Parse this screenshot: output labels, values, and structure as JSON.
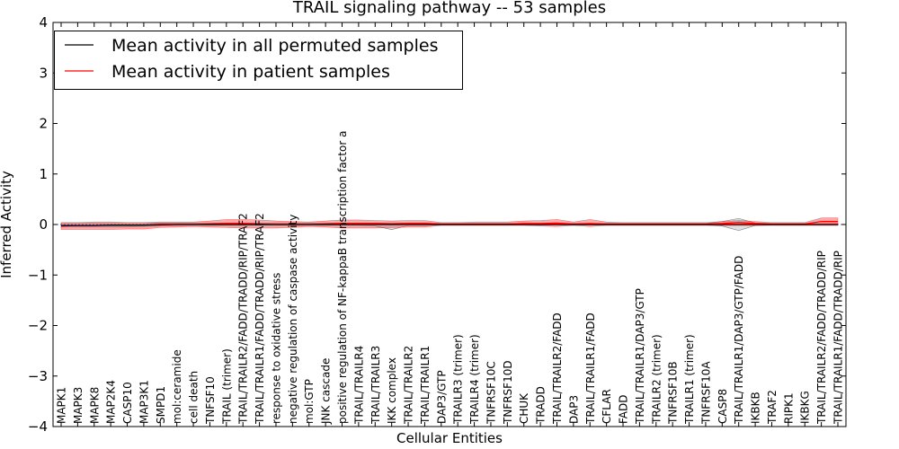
{
  "chart_data": {
    "type": "line",
    "title": "TRAIL signaling pathway -- 53 samples",
    "xlabel": "Cellular Entities",
    "ylabel": "Inferred Activity",
    "ylim": [
      -4,
      4
    ],
    "yticks": [
      "−4",
      "−3",
      "−2",
      "−1",
      "0",
      "1",
      "2",
      "3",
      "4"
    ],
    "grid": false,
    "legend_position": "top-left",
    "categories": [
      "MAPK1",
      "MAPK3",
      "MAPK8",
      "MAP2K4",
      "CASP10",
      "MAP3K1",
      "SMPD1",
      "mol:ceramide",
      "cell death",
      "TNFSF10",
      "TRAIL (trimer)",
      "TRAIL/TRAILR2/FADD/TRADD/RIP/TRAF2",
      "TRAIL/TRAILR1/FADD/TRADD/RIP/TRAF2",
      "response to oxidative stress",
      "negative regulation of caspase activity",
      "mol:GTP",
      "JNK cascade",
      "positive regulation of NF-kappaB transcription factor a",
      "TRAIL/TRAILR4",
      "TRAIL/TRAILR3",
      "IKK complex",
      "TRAIL/TRAILR2",
      "TRAIL/TRAILR1",
      "DAP3/GTP",
      "TRAILR3 (trimer)",
      "TRAILR4 (trimer)",
      "TNFRSF10C",
      "TNFRSF10D",
      "CHUK",
      "TRADD",
      "TRAIL/TRAILR2/FADD",
      "DAP3",
      "TRAIL/TRAILR1/FADD",
      "CFLAR",
      "FADD",
      "TRAIL/TRAILR1/DAP3/GTP",
      "TRAILR2 (trimer)",
      "TNFRSF10B",
      "TRAILR1 (trimer)",
      "TNFRSF10A",
      "CASP8",
      "TRAIL/TRAILR1/DAP3/GTP/FADD",
      "IKBKB",
      "TRAF2",
      "RIPK1",
      "IKBKG",
      "TRAIL/TRAILR2/FADD/TRADD/RIP",
      "TRAIL/TRAILR1/FADD/TRADD/RIP"
    ],
    "series": [
      {
        "name": "Mean activity in all permuted samples",
        "color": "#000000",
        "values": [
          -0.02,
          -0.02,
          -0.02,
          -0.01,
          -0.01,
          -0.01,
          0.0,
          0.0,
          0.0,
          0.0,
          0.0,
          0.0,
          0.0,
          0.0,
          0.0,
          0.0,
          0.0,
          0.0,
          0.0,
          0.0,
          0.0,
          0.0,
          0.0,
          0.0,
          0.0,
          0.0,
          0.0,
          0.0,
          0.0,
          0.0,
          0.0,
          0.0,
          0.0,
          0.0,
          0.0,
          0.0,
          0.0,
          0.0,
          0.0,
          0.0,
          0.0,
          0.0,
          0.0,
          0.0,
          0.0,
          0.0,
          0.0,
          0.0
        ],
        "band_lower": [
          -0.05,
          -0.05,
          -0.05,
          -0.05,
          -0.05,
          -0.04,
          -0.03,
          -0.02,
          -0.02,
          -0.02,
          -0.02,
          -0.02,
          -0.02,
          -0.02,
          -0.02,
          -0.02,
          -0.02,
          -0.02,
          -0.02,
          -0.03,
          -0.1,
          -0.02,
          -0.02,
          -0.01,
          -0.01,
          -0.01,
          -0.01,
          -0.01,
          -0.01,
          -0.01,
          -0.01,
          -0.01,
          -0.01,
          -0.01,
          -0.01,
          -0.01,
          -0.01,
          -0.01,
          -0.01,
          -0.01,
          -0.03,
          -0.12,
          -0.02,
          -0.01,
          -0.01,
          -0.01,
          -0.01,
          -0.01
        ],
        "band_upper": [
          0.02,
          0.02,
          0.02,
          0.02,
          0.02,
          0.02,
          0.03,
          0.03,
          0.03,
          0.03,
          0.03,
          0.03,
          0.03,
          0.03,
          0.03,
          0.03,
          0.03,
          0.03,
          0.03,
          0.03,
          0.03,
          0.03,
          0.03,
          0.02,
          0.02,
          0.02,
          0.02,
          0.02,
          0.02,
          0.02,
          0.02,
          0.02,
          0.02,
          0.02,
          0.02,
          0.02,
          0.02,
          0.02,
          0.02,
          0.02,
          0.06,
          0.12,
          0.03,
          0.02,
          0.02,
          0.02,
          0.02,
          0.02
        ]
      },
      {
        "name": "Mean activity in patient samples",
        "color": "#ff0000",
        "values": [
          -0.03,
          -0.02,
          -0.02,
          -0.02,
          -0.02,
          -0.02,
          -0.01,
          0.0,
          0.0,
          0.01,
          0.02,
          0.02,
          0.01,
          0.0,
          0.0,
          0.0,
          0.01,
          0.02,
          0.02,
          0.02,
          0.01,
          0.02,
          0.02,
          0.01,
          0.01,
          0.01,
          0.01,
          0.01,
          0.02,
          0.02,
          0.03,
          0.01,
          0.02,
          0.01,
          0.01,
          0.01,
          0.01,
          0.01,
          0.01,
          0.01,
          0.02,
          0.04,
          0.02,
          0.01,
          0.01,
          0.01,
          0.06,
          0.06
        ],
        "band_lower": [
          -0.1,
          -0.1,
          -0.1,
          -0.1,
          -0.09,
          -0.09,
          -0.06,
          -0.05,
          -0.04,
          -0.05,
          -0.06,
          -0.07,
          -0.07,
          -0.07,
          -0.06,
          -0.04,
          -0.05,
          -0.07,
          -0.07,
          -0.07,
          -0.06,
          -0.05,
          -0.05,
          -0.02,
          -0.02,
          -0.02,
          -0.02,
          -0.02,
          -0.02,
          -0.03,
          -0.04,
          -0.02,
          -0.04,
          -0.02,
          -0.02,
          -0.02,
          -0.02,
          -0.02,
          -0.02,
          -0.02,
          -0.02,
          -0.02,
          -0.02,
          -0.02,
          -0.02,
          -0.02,
          -0.02,
          -0.02
        ],
        "band_upper": [
          0.04,
          0.04,
          0.05,
          0.05,
          0.04,
          0.04,
          0.05,
          0.05,
          0.05,
          0.07,
          0.1,
          0.1,
          0.09,
          0.07,
          0.06,
          0.05,
          0.07,
          0.09,
          0.09,
          0.08,
          0.07,
          0.08,
          0.08,
          0.04,
          0.04,
          0.05,
          0.05,
          0.05,
          0.07,
          0.08,
          0.1,
          0.05,
          0.1,
          0.05,
          0.04,
          0.04,
          0.04,
          0.04,
          0.04,
          0.04,
          0.06,
          0.08,
          0.06,
          0.04,
          0.04,
          0.04,
          0.13,
          0.13
        ]
      }
    ]
  }
}
